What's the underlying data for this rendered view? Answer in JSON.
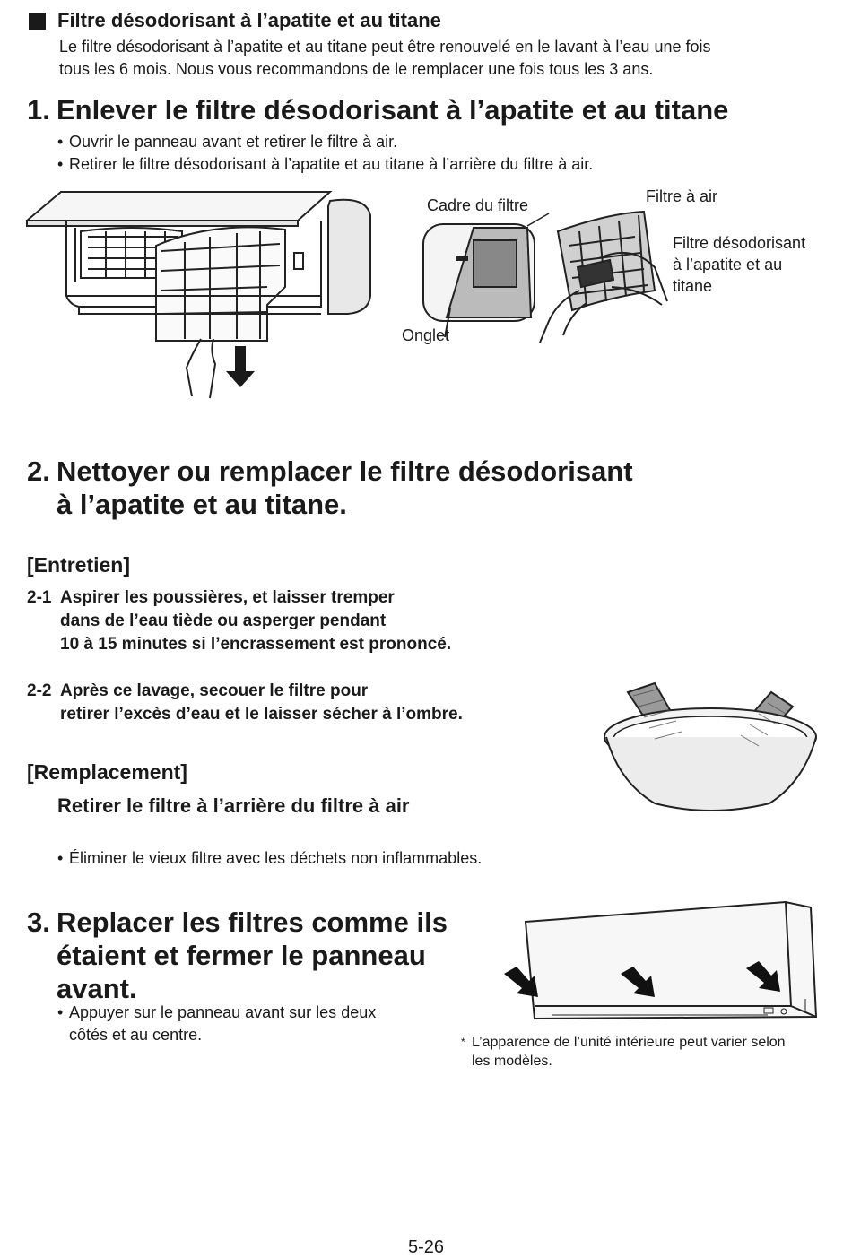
{
  "header": {
    "title": "Filtre désodorisant à l’apatite et au titane",
    "intro_line1": "Le filtre désodorisant à l’apatite et au titane peut être renouvelé en le lavant à l’eau une fois",
    "intro_line2": "tous les 6 mois. Nous vous recommandons de le remplacer une fois tous les 3 ans."
  },
  "step1": {
    "number": "1.",
    "title": "Enlever le filtre désodorisant à l’apatite et au titane",
    "bullets": [
      "Ouvrir le panneau avant et retirer le filtre à air.",
      "Retirer le filtre désodorisant à l’apatite et au titane à l’arrière du filtre à air."
    ],
    "labels": {
      "frame": "Cadre du filtre",
      "air_filter": "Filtre à air",
      "deodorizing_line1": "Filtre désodorisant",
      "deodorizing_line2": "à l’apatite et au",
      "deodorizing_line3": "titane",
      "tab": "Onglet"
    }
  },
  "step2": {
    "number": "2.",
    "title_line1": "Nettoyer ou remplacer le filtre désodorisant",
    "title_line2": "à l’apatite et au titane.",
    "maintenance_heading": "[Entretien]",
    "sub1_number": "2-1",
    "sub1_line1": "Aspirer les poussières, et laisser tremper",
    "sub1_line2": "dans de l’eau tiède ou asperger pendant",
    "sub1_line3": "10 à 15 minutes si l’encrassement est prononcé.",
    "sub2_number": "2-2",
    "sub2_line1": "Après ce lavage, secouer le filtre pour",
    "sub2_line2": "retirer l’excès d’eau et le laisser sécher à l’ombre.",
    "replacement_heading": "[Remplacement]",
    "replacement_text": "Retirer le filtre à l’arrière du filtre à air",
    "replacement_bullet": "Éliminer le vieux filtre avec les déchets non inflammables."
  },
  "step3": {
    "number": "3.",
    "title_line1": "Replacer les filtres comme ils",
    "title_line2": "étaient et fermer le panneau",
    "title_line3": "avant.",
    "bullet_line1": "Appuyer sur le panneau avant sur les deux",
    "bullet_line2": "côtés et au centre.",
    "note_mark": "*",
    "note_line1": "L’apparence de l’unité intérieure peut varier selon",
    "note_line2": "les modèles."
  },
  "page_number": "5-26"
}
